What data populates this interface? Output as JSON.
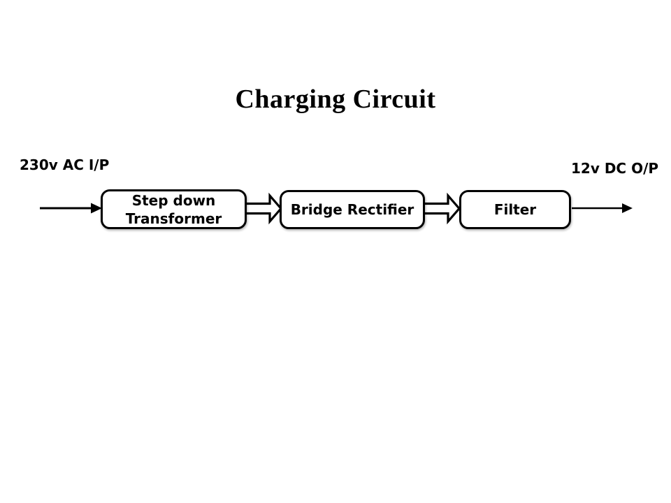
{
  "title": "Charging Circuit",
  "labels": {
    "input": "230v AC I/P",
    "output": "12v DC O/P"
  },
  "blocks": [
    {
      "id": "step-down-transformer",
      "label": "Step down Transformer"
    },
    {
      "id": "bridge-rectifier",
      "label": "Bridge Rectifier"
    },
    {
      "id": "filter",
      "label": "Filter"
    }
  ],
  "flow_order": [
    "230v AC I/P",
    "Step down Transformer",
    "Bridge Rectifier",
    "Filter",
    "12v DC O/P"
  ],
  "colors": {
    "background": "#ffffff",
    "stroke": "#000000",
    "text": "#000000",
    "block_fill": "#ffffff"
  }
}
